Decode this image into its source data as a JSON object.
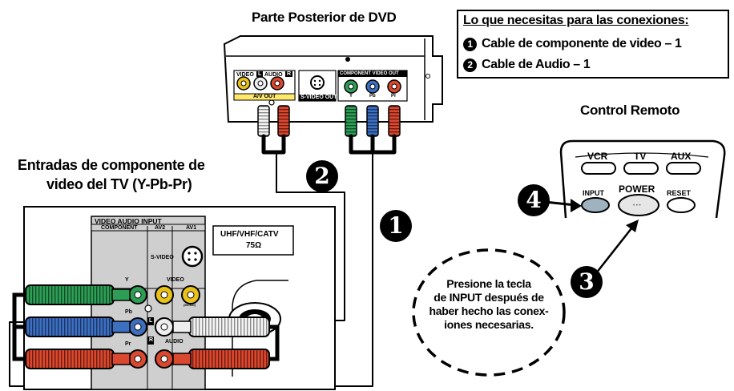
{
  "dvd": {
    "title": "Parte Posterior de DVD",
    "labels": {
      "video": "VIDEO",
      "l": "L",
      "audio": "AUDIO",
      "r": "R",
      "av_out": "A/V OUT",
      "s_video_out": "S-VIDEO OUT",
      "component_video_out": "COMPONENT VIDEO OUT",
      "y": "Y",
      "pb": "Pb",
      "pr": "Pr"
    }
  },
  "needs": {
    "title": "Lo que necesitas para las conexiones:",
    "items": [
      {
        "number": "1",
        "text": "Cable de componente de video – 1"
      },
      {
        "number": "2",
        "text": "Cable de Audio – 1"
      }
    ]
  },
  "remote": {
    "title": "Control Remoto",
    "buttons": {
      "vcr": "VCR",
      "tv": "TV",
      "aux": "AUX",
      "input": "INPUT",
      "power": "POWER",
      "reset": "RESET"
    }
  },
  "tv": {
    "title_line1": "Entradas de componente de",
    "title_line2": "video del TV (Y-Pb-Pr)",
    "panel": {
      "video_audio_input": "VIDEO AUDIO INPUT",
      "component": "COMPONENT",
      "av2": "AV2",
      "av1": "AV1",
      "s_video": "S-VIDEO",
      "video": "VIDEO",
      "y": "Y",
      "pb": "Pb",
      "pr": "Pr",
      "l": "L",
      "r": "R",
      "audio": "AUDIO",
      "mono": "(MONO)",
      "antenna_line1": "UHF/VHF/CATV",
      "antenna_line2": "75Ω"
    }
  },
  "steps": {
    "one": "1",
    "two": "2",
    "three": "3",
    "four": "4"
  },
  "callout": {
    "lines": [
      "Presione la tecla",
      "de INPUT después de",
      "haber hecho las conex-",
      "iones necesarias."
    ]
  },
  "colors": {
    "green": "#2e9e56",
    "blue": "#3d6fc0",
    "red": "#d9482f",
    "yellow": "#e8c21a",
    "panel_gray": "#cfcfcf"
  }
}
